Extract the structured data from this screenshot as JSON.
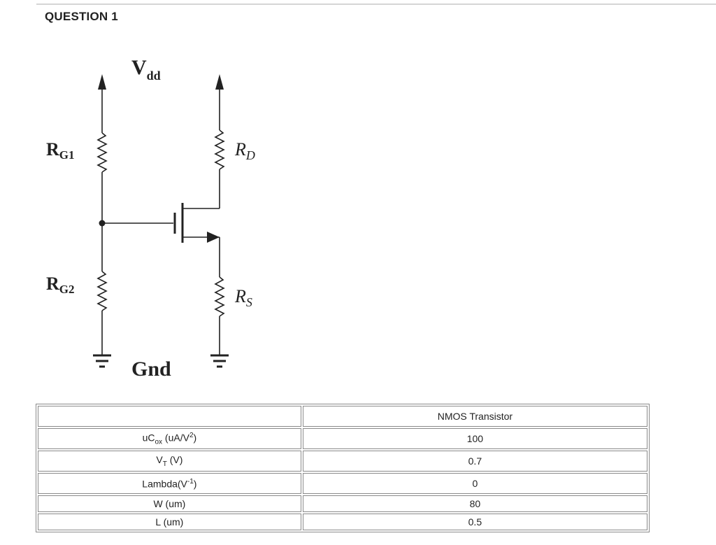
{
  "question": {
    "title": "QUESTION 1"
  },
  "circuit": {
    "labels": {
      "vdd_main": "V",
      "vdd_sub": "dd",
      "rg1_main": "R",
      "rg1_sub": "G1",
      "rd_main": "R",
      "rd_sub": "D",
      "rg2_main": "R",
      "rg2_sub": "G2",
      "rs_main": "R",
      "rs_sub": "S",
      "gnd": "Gnd"
    }
  },
  "table": {
    "header": {
      "param": "",
      "value": "NMOS Transistor"
    },
    "rows": [
      {
        "name": "uC",
        "sub": "ox",
        "mid": " (uA/V",
        "sup": "2",
        "tail": ")",
        "value": "100"
      },
      {
        "name": "V",
        "sub": "T",
        "tail": " (V)",
        "value": "0.7"
      },
      {
        "name": "Lambda(V",
        "sup": "-1",
        "tail": ")",
        "value": "0"
      },
      {
        "name": "W (um)",
        "value": "80"
      },
      {
        "name": "L (um)",
        "value": "0.5"
      }
    ]
  }
}
